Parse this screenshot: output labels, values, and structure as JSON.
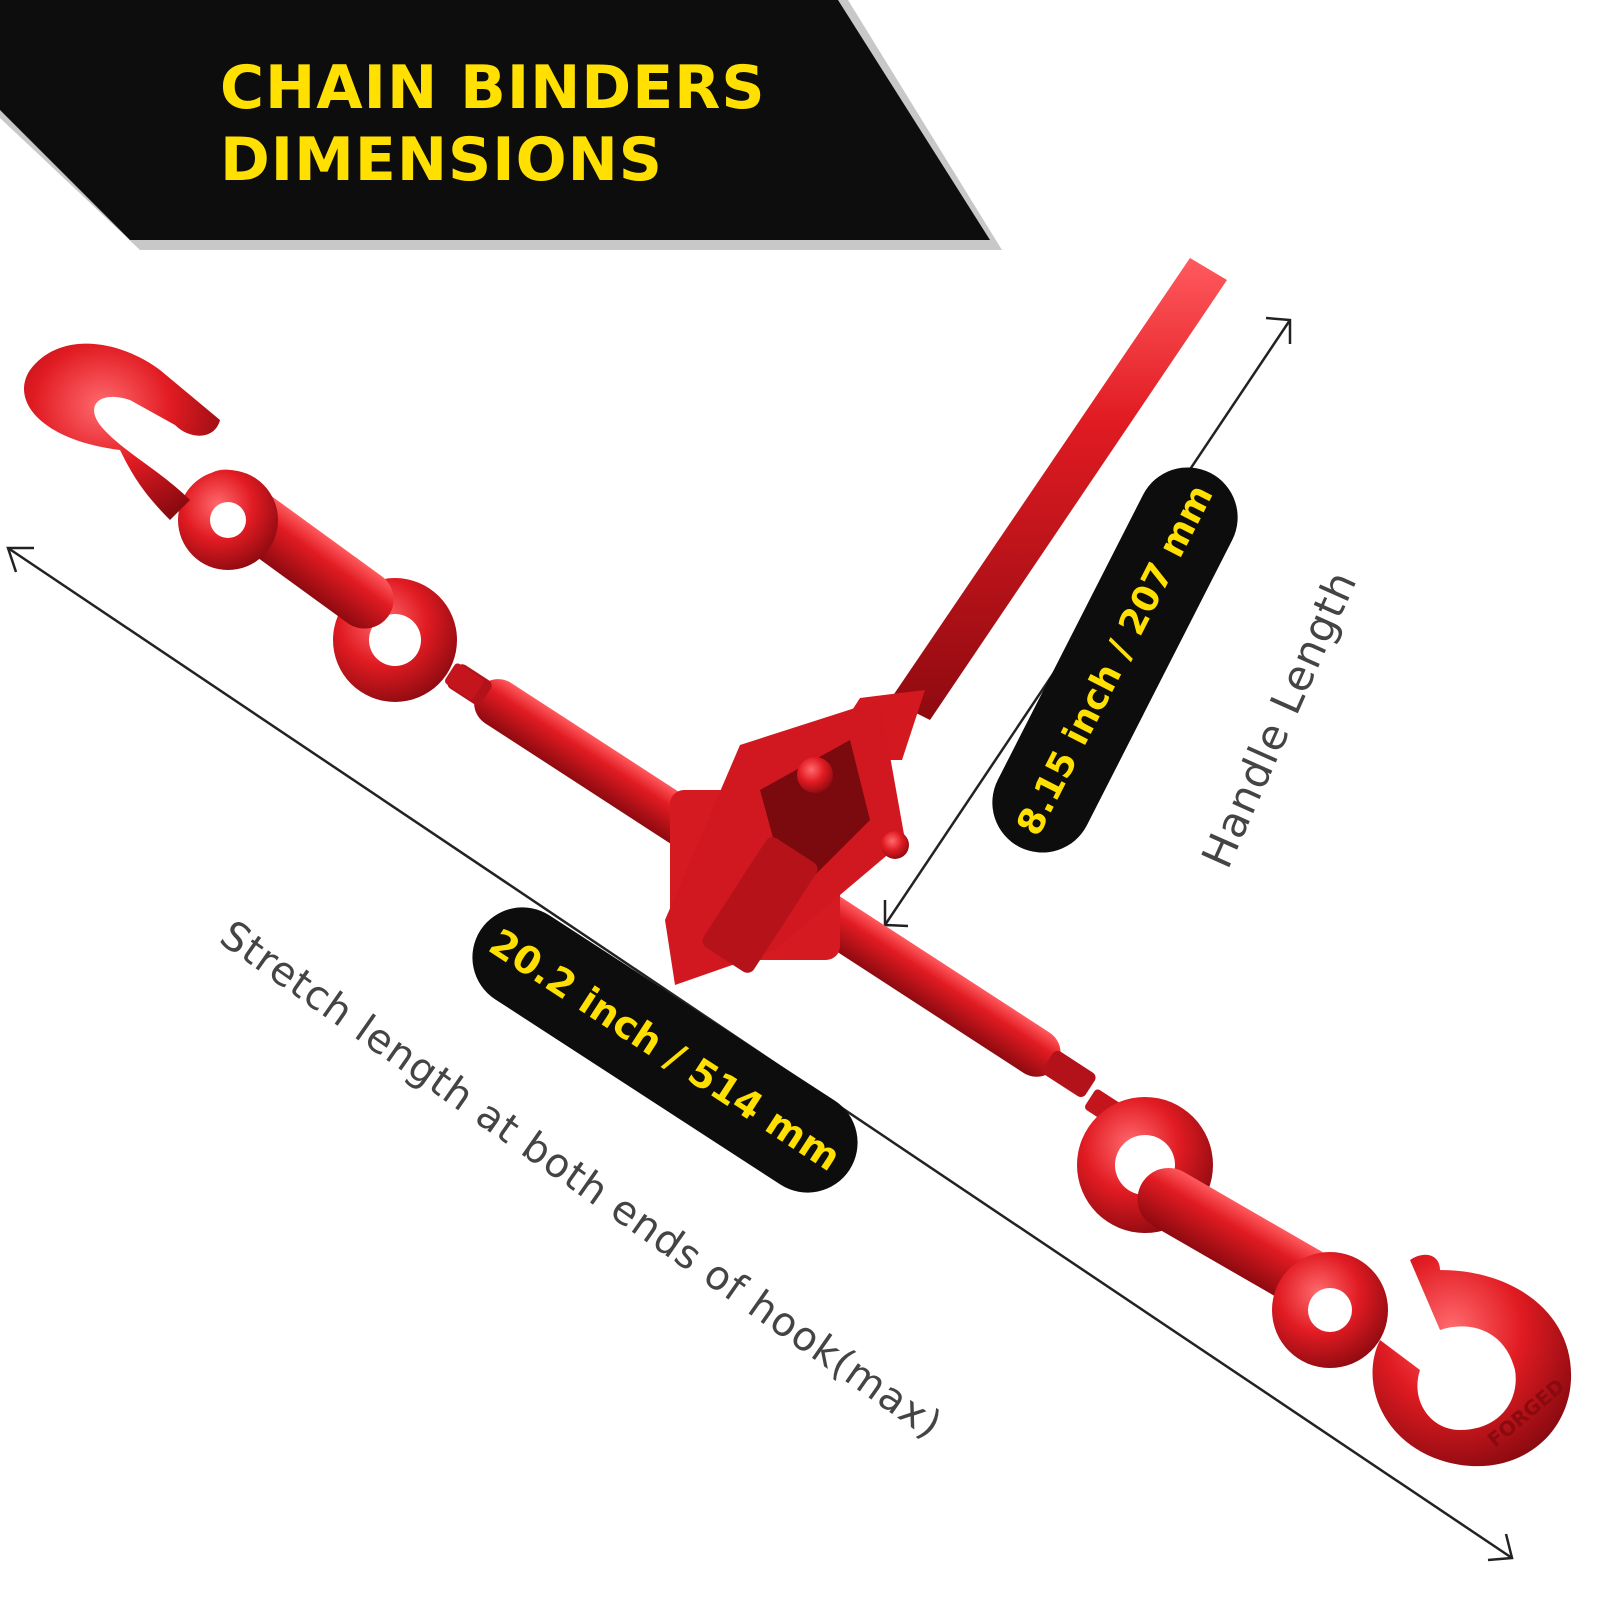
{
  "banner": {
    "line1": "CHAIN BINDERS",
    "line2": "DIMENSIONS",
    "text_color": "#ffe000",
    "background_color": "#0d0d0d"
  },
  "product": {
    "color": "#e11b22",
    "hook_stamp_text": "FORGED"
  },
  "dimensions": {
    "stretch": {
      "value": "20.2 inch / 514 mm",
      "label": "Stretch length at both ends of hook(max)"
    },
    "handle": {
      "value": "8.15 inch / 207 mm",
      "label": "Handle Length"
    }
  }
}
